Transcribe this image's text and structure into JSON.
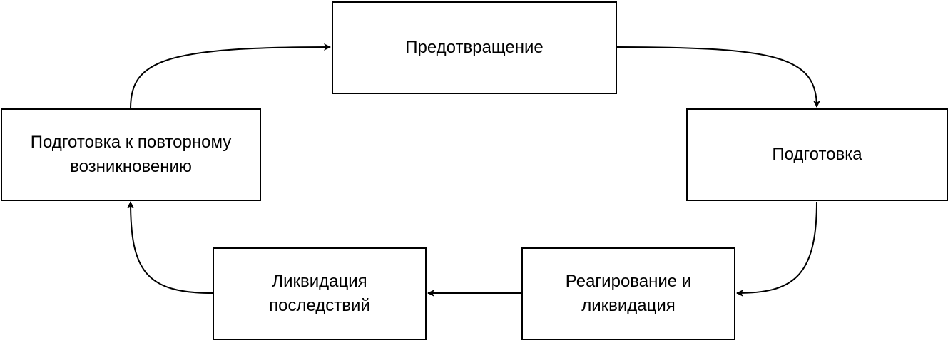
{
  "diagram": {
    "nodes": [
      {
        "id": "prevention",
        "label": "Предотвращение"
      },
      {
        "id": "preparedness",
        "label": "Подготовка"
      },
      {
        "id": "response",
        "label": "Реагирование и ликвидация"
      },
      {
        "id": "recovery",
        "label": "Ликвидация последствий"
      },
      {
        "id": "reoccurrence",
        "label": "Подготовка к повторному возникновению"
      }
    ],
    "edges": [
      {
        "from": "prevention",
        "to": "preparedness"
      },
      {
        "from": "preparedness",
        "to": "response"
      },
      {
        "from": "response",
        "to": "recovery"
      },
      {
        "from": "recovery",
        "to": "reoccurrence"
      },
      {
        "from": "reoccurrence",
        "to": "prevention"
      }
    ],
    "colors": {
      "stroke": "#000000",
      "fill": "#ffffff",
      "text": "#000000"
    }
  }
}
